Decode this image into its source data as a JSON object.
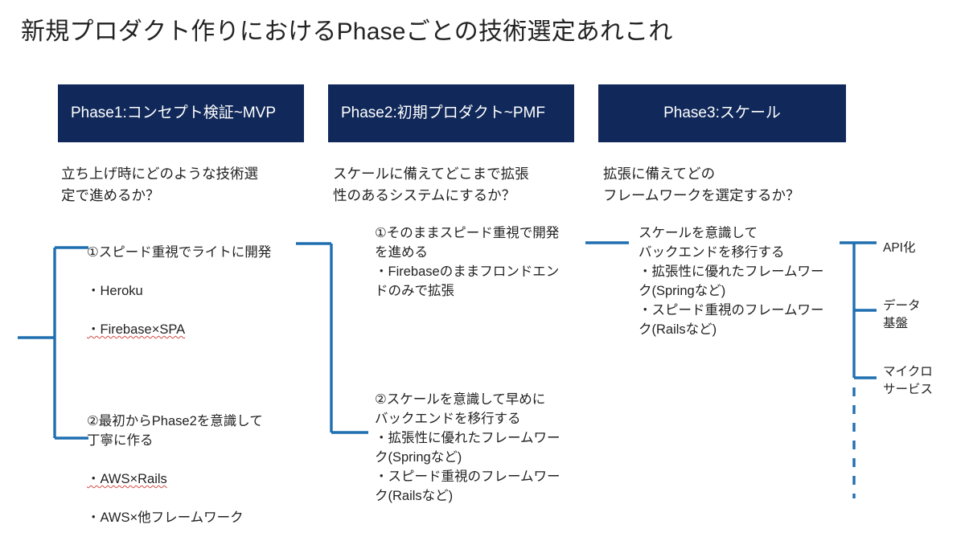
{
  "slide": {
    "title": "新規プロダクト作りにおけるPhaseごとの技術選定あれこれ",
    "background_color": "#ffffff",
    "header_color": "#11295A",
    "connector_color": "#1F6FB0",
    "spellcheck_underline_color": "#d24a43"
  },
  "phases": [
    {
      "id": "phase1",
      "header": "Phase1:コンセプト検証~MVP",
      "header_align": "left",
      "question": "立ち上げ時にどのような技術選\n定で進めるか？",
      "options": [
        {
          "label": "①スピード重視でライトに開発",
          "bullets": [
            {
              "text": "・Heroku",
              "spellcheck": false
            },
            {
              "text": "・Firebase×SPA",
              "spellcheck": true
            }
          ]
        },
        {
          "label": "②最初からPhase2を意識して\n丁寧に作る",
          "bullets": [
            {
              "text": "・AWS×Rails",
              "spellcheck": true
            },
            {
              "text": "・AWS×他フレームワーク",
              "spellcheck": false
            }
          ]
        }
      ]
    },
    {
      "id": "phase2",
      "header": "Phase2:初期プロダクト~PMF",
      "header_align": "left",
      "question": "スケールに備えてどこまで拡張\n性のあるシステムにするか？",
      "options": [
        {
          "label": "①そのままスピード重視で開発\nを進める",
          "bullets": [
            {
              "text": "・Firebaseのままフロンドエン\nドのみで拡張",
              "spellcheck": false
            }
          ]
        },
        {
          "label": "②スケールを意識して早めに\nバックエンドを移行する",
          "bullets": [
            {
              "text": "・拡張性に優れたフレームワー\nク(Springなど)",
              "spellcheck": false
            },
            {
              "text": "・スピード重視のフレームワー\nク(Railsなど)",
              "spellcheck": false
            }
          ]
        }
      ]
    },
    {
      "id": "phase3",
      "header": "Phase3:スケール",
      "header_align": "center",
      "question": "拡張に備えてどの\nフレームワークを選定するか？",
      "options": [
        {
          "label": "スケールを意識して\nバックエンドを移行する",
          "bullets": [
            {
              "text": "・拡張性に優れたフレームワー\nク(Springなど)",
              "spellcheck": false
            },
            {
              "text": "・スピード重視のフレームワー\nク(Railsなど)",
              "spellcheck": false
            }
          ]
        }
      ]
    }
  ],
  "edge_labels": [
    {
      "id": "api",
      "text": "API化"
    },
    {
      "id": "data",
      "text": "データ\n基盤"
    },
    {
      "id": "micro",
      "text": "マイクロ\nサービス"
    }
  ],
  "text_blocks": {
    "p1_opt1": "①スピード重視でライトに開発\n・Heroku\n・Firebase×SPA",
    "p1_opt2": "②最初からPhase2を意識して\n丁寧に作る\n・AWS×Rails\n・AWS×他フレームワーク",
    "p2_opt1": "①そのままスピード重視で開発\nを進める\n・Firebaseのままフロンドエン\nドのみで拡張",
    "p2_opt2": "②スケールを意識して早めに\nバックエンドを移行する\n・拡張性に優れたフレームワー\nク(Springなど)\n・スピード重視のフレームワー\nク(Railsなど)",
    "p3_opt1": "スケールを意識して\nバックエンドを移行する\n・拡張性に優れたフレームワー\nク(Springなど)\n・スピード重視のフレームワー\nク(Railsなど)"
  }
}
